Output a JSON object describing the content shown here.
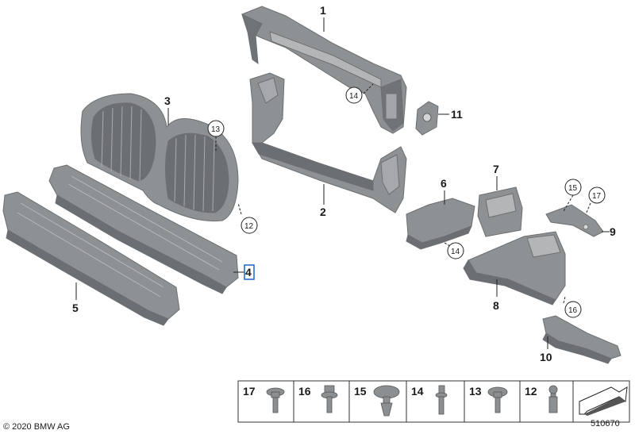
{
  "parts": {
    "p1": "1",
    "p2": "2",
    "p3": "3",
    "p4": "4",
    "p5": "5",
    "p6": "6",
    "p7": "7",
    "p8": "8",
    "p9": "9",
    "p10": "10",
    "p11": "11"
  },
  "callouts": {
    "c14a": "14",
    "c13": "13",
    "c12": "12",
    "c14b": "14",
    "c15": "15",
    "c17": "17",
    "c16": "16"
  },
  "hardware_strip": [
    "17",
    "16",
    "15",
    "14",
    "13",
    "12"
  ],
  "copyright": "© 2020 BMW AG",
  "drawing_number": "510670",
  "colors": {
    "part_fill": "#8e9194",
    "part_dark": "#5f6266",
    "part_light": "#b9bbbd",
    "highlight": "#1a64c8"
  }
}
